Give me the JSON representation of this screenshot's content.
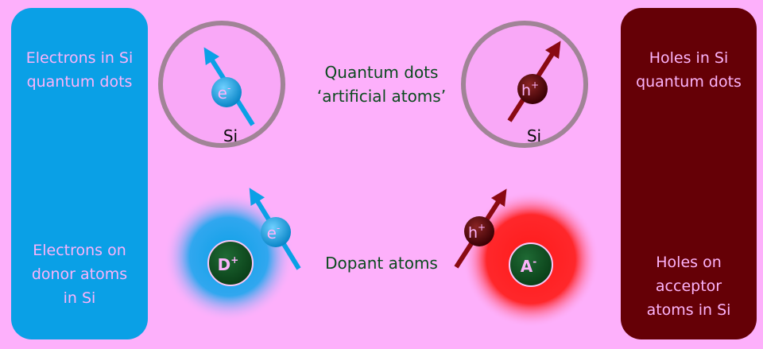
{
  "panels": {
    "left_top": "Electrons in Si\nquantum dots",
    "left_bottom": "Electrons on\ndonor atoms\nin Si",
    "right_top": "Holes in Si\nquantum dots",
    "right_bottom": "Holes on\nacceptor\natoms in Si"
  },
  "captions": {
    "quantum_dots": "Quantum dots\n‘artificial atoms’",
    "dopant_atoms": "Dopant atoms"
  },
  "particles": {
    "electron_label": "e",
    "electron_sup": "-",
    "hole_label": "h",
    "hole_sup": "+",
    "donor_label": "D",
    "donor_sup": "+",
    "acceptor_label": "A",
    "acceptor_sup": "-",
    "material_left": "Si",
    "material_right": "Si"
  },
  "colors": {
    "background": "#fdb0fb",
    "electron_blue": "#0aa0e6",
    "hole_maroon": "#650006",
    "acceptor_red": "#ff1a1a",
    "dot_ring": "#a08496",
    "ion_green": "#0b4a1e",
    "caption_text": "#0b4a1e"
  }
}
